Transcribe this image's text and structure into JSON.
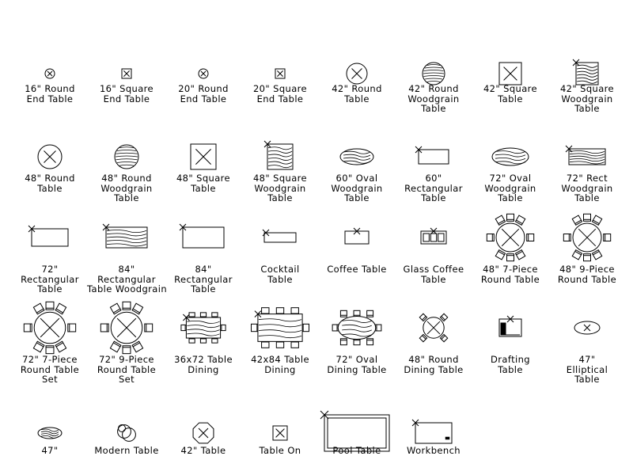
{
  "symbols": [
    {
      "label": [
        "16\" Round",
        "End Table"
      ],
      "icon": "round-table-icon"
    },
    {
      "label": [
        "16\" Square",
        "End Table"
      ],
      "icon": "square-table-icon"
    },
    {
      "label": [
        "20\" Round",
        "End Table"
      ],
      "icon": "round-table-icon"
    },
    {
      "label": [
        "20\" Square",
        "End Table"
      ],
      "icon": "square-table-icon"
    },
    {
      "label": [
        "42\" Round",
        "Table"
      ],
      "icon": "round-table-icon"
    },
    {
      "label": [
        "42\" Round",
        "Woodgrain",
        "Table"
      ],
      "icon": "round-woodgrain-table-icon"
    },
    {
      "label": [
        "42\" Square",
        "Table"
      ],
      "icon": "square-table-icon"
    },
    {
      "label": [
        "42\" Square",
        "Woodgrain",
        "Table"
      ],
      "icon": "square-woodgrain-table-icon"
    },
    {
      "label": [
        "48\" Round",
        "Table"
      ],
      "icon": "round-table-icon"
    },
    {
      "label": [
        "48\" Round",
        "Woodgrain",
        "Table"
      ],
      "icon": "round-woodgrain-table-icon"
    },
    {
      "label": [
        "48\" Square",
        "Table"
      ],
      "icon": "square-table-icon"
    },
    {
      "label": [
        "48\" Square",
        "Woodgrain",
        "Table"
      ],
      "icon": "square-woodgrain-table-icon"
    },
    {
      "label": [
        "60\" Oval",
        "Woodgrain",
        "Table"
      ],
      "icon": "oval-woodgrain-table-icon"
    },
    {
      "label": [
        "60\"",
        "Rectangular",
        "Table"
      ],
      "icon": "rectangular-table-icon"
    },
    {
      "label": [
        "72\" Oval",
        "Woodgrain",
        "Table"
      ],
      "icon": "oval-woodgrain-table-icon"
    },
    {
      "label": [
        "72\" Rect",
        "Woodgrain",
        "Table"
      ],
      "icon": "rect-woodgrain-table-icon"
    },
    {
      "label": [
        "72\"",
        "Rectangular",
        "Table"
      ],
      "icon": "rectangular-table-icon"
    },
    {
      "label": [
        "84\"",
        "Rectangular",
        "Table Woodgrain"
      ],
      "icon": "rect-woodgrain-table-icon"
    },
    {
      "label": [
        "84\"",
        "Rectangular",
        "Table"
      ],
      "icon": "rectangular-table-icon"
    },
    {
      "label": [
        "Cocktail",
        "Table"
      ],
      "icon": "cocktail-table-icon"
    },
    {
      "label": [
        "Coffee Table"
      ],
      "icon": "coffee-table-icon"
    },
    {
      "label": [
        "Glass Coffee",
        "Table"
      ],
      "icon": "glass-coffee-table-icon"
    },
    {
      "label": [
        "48\" 7-Piece",
        "Round Table"
      ],
      "icon": "round-dining-set-icon"
    },
    {
      "label": [
        "48\" 9-Piece",
        "Round Table"
      ],
      "icon": "round-dining-set-icon"
    },
    {
      "label": [
        "72\" 7-Piece",
        "Round Table",
        "Set"
      ],
      "icon": "round-dining-set-icon"
    },
    {
      "label": [
        "72\" 9-Piece",
        "Round Table",
        "Set"
      ],
      "icon": "round-dining-set-icon"
    },
    {
      "label": [
        "36x72 Table",
        "Dining"
      ],
      "icon": "rect-dining-set-icon"
    },
    {
      "label": [
        "42x84 Table",
        "Dining"
      ],
      "icon": "rect-dining-set-icon"
    },
    {
      "label": [
        "72\" Oval",
        "Dining Table"
      ],
      "icon": "oval-dining-set-icon"
    },
    {
      "label": [
        "48\" Round",
        "Dining Table"
      ],
      "icon": "round-dining-set-icon"
    },
    {
      "label": [
        "Drafting",
        "Table"
      ],
      "icon": "drafting-table-icon"
    },
    {
      "label": [
        "47\"",
        "Elliptical",
        "Table"
      ],
      "icon": "elliptical-table-icon"
    },
    {
      "label": [
        "47\""
      ],
      "icon": "oval-woodgrain-table-icon"
    },
    {
      "label": [
        "Modern Table"
      ],
      "icon": "modern-table-icon"
    },
    {
      "label": [
        "42\" Table"
      ],
      "icon": "octagon-table-icon"
    },
    {
      "label": [
        "Table On"
      ],
      "icon": "square-table-icon"
    },
    {
      "label": [
        "Pool Table"
      ],
      "icon": "pool-table-icon"
    },
    {
      "label": [
        "Workbench"
      ],
      "icon": "workbench-icon"
    }
  ],
  "colors": {
    "line": "#000000",
    "background": "#ffffff"
  }
}
